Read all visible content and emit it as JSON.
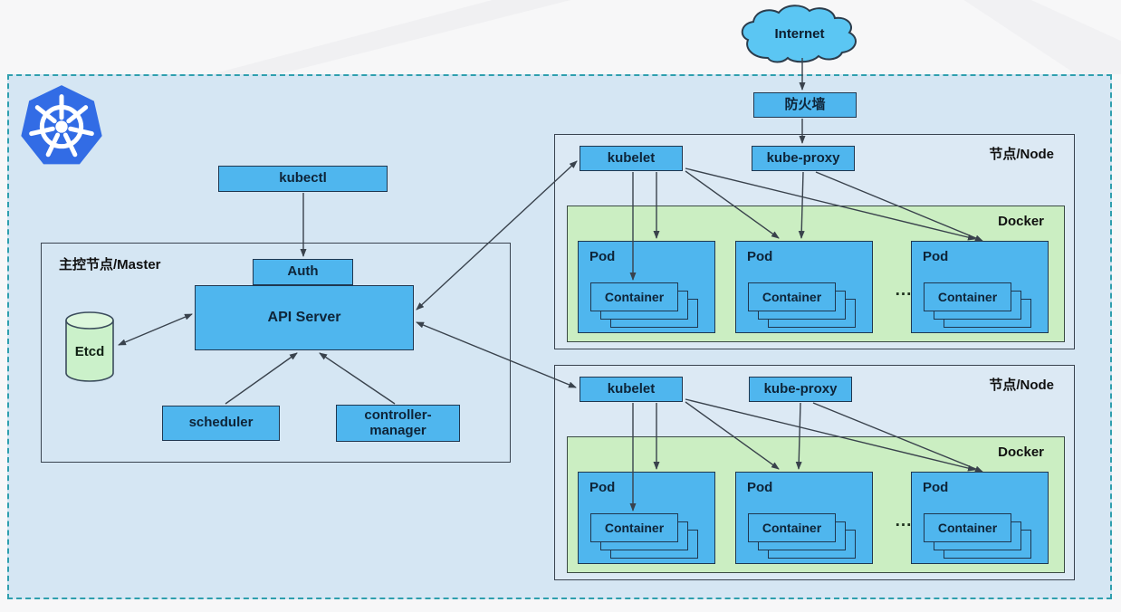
{
  "internet_label": "Internet",
  "firewall_label": "防火墙",
  "kubectl_label": "kubectl",
  "master": {
    "title": "主控节点/Master",
    "etcd_label": "Etcd",
    "auth_label": "Auth",
    "api_server_label": "API Server",
    "scheduler_label": "scheduler",
    "controller_manager_label": "controller-manager"
  },
  "nodes": [
    {
      "title": "节点/Node",
      "kubelet_label": "kubelet",
      "kube_proxy_label": "kube-proxy",
      "docker_label": "Docker",
      "ellipsis": "...",
      "pods": [
        {
          "label": "Pod",
          "container_label": "Container"
        },
        {
          "label": "Pod",
          "container_label": "Container"
        },
        {
          "label": "Pod",
          "container_label": "Container"
        }
      ]
    },
    {
      "title": "节点/Node",
      "kubelet_label": "kubelet",
      "kube_proxy_label": "kube-proxy",
      "docker_label": "Docker",
      "ellipsis": "...",
      "pods": [
        {
          "label": "Pod",
          "container_label": "Container"
        },
        {
          "label": "Pod",
          "container_label": "Container"
        },
        {
          "label": "Pod",
          "container_label": "Container"
        }
      ]
    }
  ],
  "colors": {
    "k8s_logo_blue": "#326ce5",
    "box_blue": "#4fb6ee",
    "docker_green": "#cbeec2",
    "etcd_green": "#cbf1ca",
    "canvas_blue": "#d5e6f3",
    "node_blue": "#dce9f4",
    "dashed_border_teal": "#2f9fae",
    "cloud_blue": "#5bc6f3",
    "arrow_dark": "#39424c"
  }
}
